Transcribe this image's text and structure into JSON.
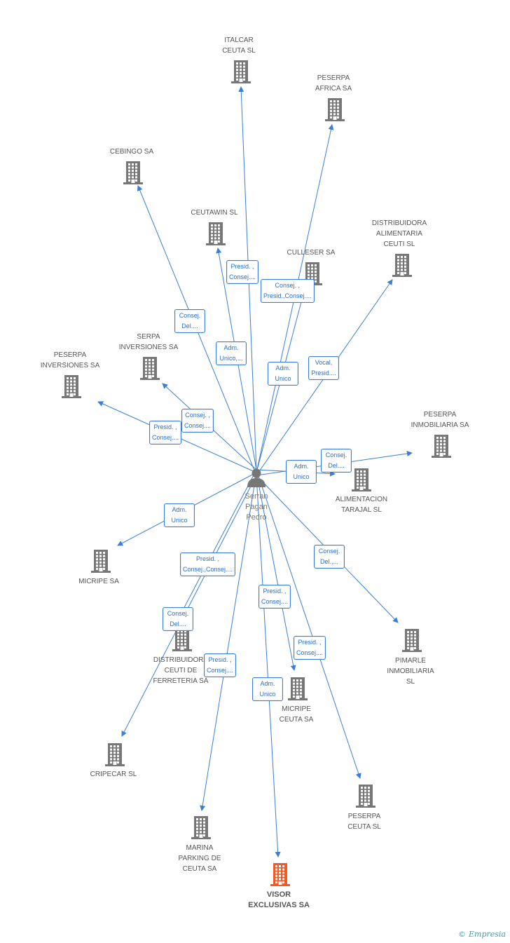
{
  "center_person": {
    "name": "Serran\nPagan\nPedro",
    "icon": "person-icon"
  },
  "colors": {
    "edge": "#3a7fd5",
    "node": "#777777",
    "highlight": "#f05a28"
  },
  "companies": [
    {
      "id": "italcar",
      "label": "ITALCAR\nCEUTA SL"
    },
    {
      "id": "peserpa-africa",
      "label": "PESERPA\nAFRICA SA"
    },
    {
      "id": "cebingo",
      "label": "CEBINGO SA"
    },
    {
      "id": "ceutawin",
      "label": "CEUTAWIN SL"
    },
    {
      "id": "culleser",
      "label": "CULLESER SA"
    },
    {
      "id": "distribuidora-alimentaria",
      "label": "DISTRIBUIDORA\nALIMENTARIA\nCEUTI SL"
    },
    {
      "id": "serpa-inversiones",
      "label": "SERPA\nINVERSIONES SA"
    },
    {
      "id": "peserpa-inversiones",
      "label": "PESERPA\nINVERSIONES SA"
    },
    {
      "id": "peserpa-inmobiliaria",
      "label": "PESERPA\nINMOBILIARIA SA"
    },
    {
      "id": "alimentacion-tarajal",
      "label": "ALIMENTACION\nTARAJAL SL"
    },
    {
      "id": "micripe",
      "label": "MICRIPE SA"
    },
    {
      "id": "pimarle",
      "label": "PIMARLE\nINMOBILIARIA\nSL"
    },
    {
      "id": "distribuidora-ferreteria",
      "label": "DISTRIBUIDORA\nCEUTI DE\nFERRETERIA SA"
    },
    {
      "id": "micripe-ceuta",
      "label": "MICRIPE\nCEUTA SA"
    },
    {
      "id": "cripecar",
      "label": "CRIPECAR SL"
    },
    {
      "id": "peserpa-ceuta",
      "label": "PESERPA\nCEUTA SL"
    },
    {
      "id": "marina-parking",
      "label": "MARINA\nPARKING DE\nCEUTA SA"
    },
    {
      "id": "visor",
      "label": "VISOR\nEXCLUSIVAS SA",
      "highlight": true
    }
  ],
  "relations": [
    {
      "target": "italcar",
      "label": "Presid. ,\nConsej...."
    },
    {
      "target": "peserpa-africa",
      "label": "Consej. ,\nPresid.,Consej...."
    },
    {
      "target": "cebingo",
      "label": "Consej.\nDel...."
    },
    {
      "target": "ceutawin",
      "label": "Adm.\nUnico,..."
    },
    {
      "target": "culleser",
      "label": "Adm.\nUnico"
    },
    {
      "target": "distribuidora-alimentaria",
      "label": "Vocal,\nPresid...."
    },
    {
      "target": "serpa-inversiones",
      "label": "Consej. ,\nConsej...."
    },
    {
      "target": "peserpa-inversiones",
      "label": "Presid. ,\nConsej...."
    },
    {
      "target": "peserpa-inmobiliaria",
      "label": "Consej.\nDel...."
    },
    {
      "target": "alimentacion-tarajal",
      "label": "Adm.\nUnico"
    },
    {
      "target": "micripe",
      "label": "Adm.\nUnico"
    },
    {
      "target": "pimarle",
      "label": "Consej.\nDel.,..."
    },
    {
      "target": "distribuidora-ferreteria",
      "label": "Presid. ,\nConsej.,Consej...."
    },
    {
      "target": "micripe-ceuta",
      "label": "Presid. ,\nConsej...."
    },
    {
      "target": "cripecar",
      "label": "Consej.\nDel...."
    },
    {
      "target": "peserpa-ceuta",
      "label": "Presid. ,\nConsej...."
    },
    {
      "target": "marina-parking",
      "label": "Presid. ,\nConsej...."
    },
    {
      "target": "visor",
      "label": "Adm.\nUnico"
    }
  ],
  "footer": {
    "copyright_symbol": "©",
    "brand": "Empresia"
  }
}
